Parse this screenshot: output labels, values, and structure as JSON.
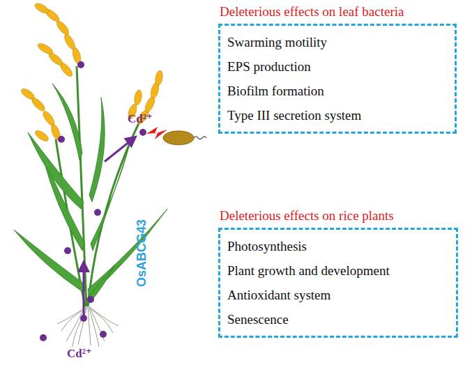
{
  "diagram": {
    "nodes": [
      {
        "text": [
          "Deleterious effects on leaf bacteria",
          "Swarming motility",
          "EPS production",
          "Biofilm formation",
          "Type III secretion system"
        ]
      },
      {
        "text": [
          "Deleterious effects on rice plants",
          "Photosynthesis",
          "Plant growth and development",
          "Antioxidant system",
          "Senescence"
        ]
      }
    ],
    "labels": [
      "Cd²⁺",
      "OsABCG43",
      "Cd²⁺"
    ]
  }
}
